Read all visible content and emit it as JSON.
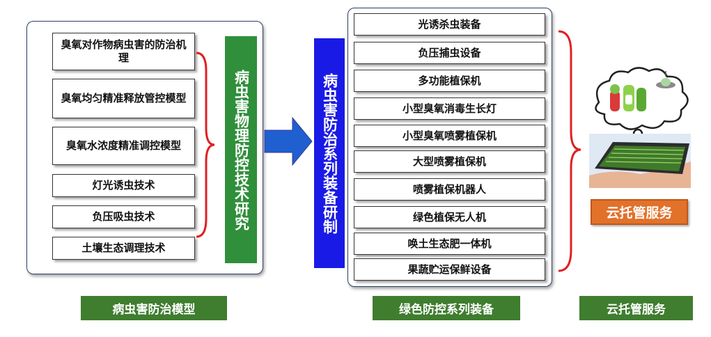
{
  "left_panel": {
    "items": [
      "臭氧对作物病虫害的防治机理",
      "臭氧均匀精准释放管控模型",
      "臭氧水浓度精准调控模型",
      "灯光诱虫技术",
      "负压吸虫技术",
      "土壤生态调理技术"
    ],
    "side_label": "病虫害物理防控技术研究"
  },
  "middle": {
    "side_label": "病虫害防治系列装备研制",
    "items": [
      "光诱杀虫装备",
      "负压捕虫设备",
      "多功能植保机",
      "小型臭氧消毒生长灯",
      "小型臭氧喷雾植保机",
      "大型喷雾植保机",
      "喷雾植保机器人",
      "绿色植保无人机",
      "唤土生态肥一体机",
      "果蔬贮运保鲜设备"
    ]
  },
  "right": {
    "badge": "云托管服务",
    "illustration": "cloud-hand-farm-icon"
  },
  "captions": {
    "left": "病虫害防治模型",
    "middle": "绿色防控系列装备",
    "right": "云托管服务"
  },
  "colors": {
    "green": "#2f8f3a",
    "blue": "#1a1ae6",
    "arrow": "#1f5fd0",
    "brace": "#e02020",
    "caption": "#3f7d2f",
    "orange": "#e2712a"
  }
}
